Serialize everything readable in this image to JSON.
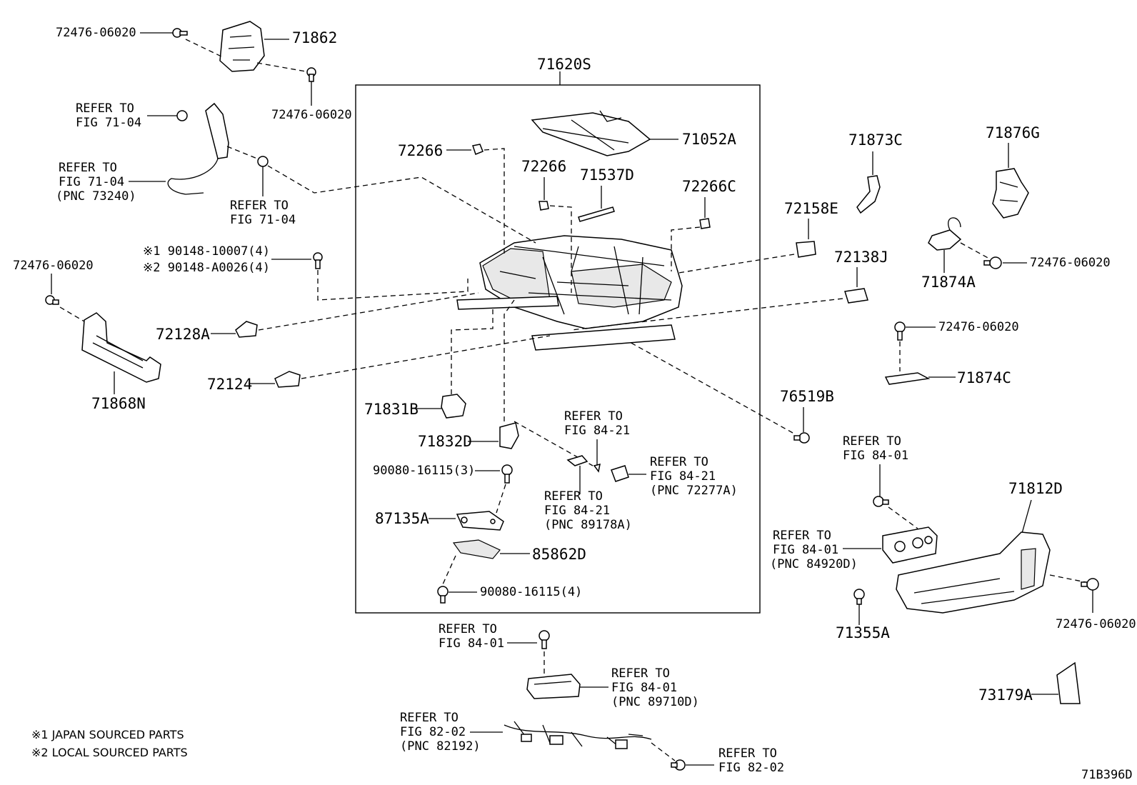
{
  "assembly_label": "71620S",
  "figure_code": "71B396D",
  "notes": {
    "japan": "※1  JAPAN SOURCED PARTS",
    "local": "※2  LOCAL SOURCED PARTS"
  },
  "labels": {
    "p72476_a": "72476-06020",
    "p71862": "71862",
    "p72476_b": "72476-06020",
    "ref7104_a_1": "REFER TO",
    "ref7104_a_2": "FIG 71-04",
    "ref7104_b_1": "REFER TO",
    "ref7104_b_2": "FIG 71-04",
    "ref7104_b_3": "(PNC 73240)",
    "ref7104_c_1": "REFER TO",
    "ref7104_c_2": "FIG 71-04",
    "bolt1": "※1 90148-10007(4)",
    "bolt2": "※2 90148-A0026(4)",
    "p72476_c": "72476-06020",
    "p72128A": "72128A",
    "p72124": "72124",
    "p71868N": "71868N",
    "p72266_a": "72266",
    "p72266_b": "72266",
    "p71537D": "71537D",
    "p71052A": "71052A",
    "p72266C": "72266C",
    "p71831B": "71831B",
    "p71832D": "71832D",
    "p90080_3": "90080-16115(3)",
    "p87135A": "87135A",
    "p85862D": "85862D",
    "p90080_4": "90080-16115(4)",
    "ref8421_a_1": "REFER TO",
    "ref8421_a_2": "FIG 84-21",
    "ref8421_b_1": "REFER TO",
    "ref8421_b_2": "FIG 84-21",
    "ref8421_b_3": "(PNC 89178A)",
    "ref8421_c_1": "REFER TO",
    "ref8421_c_2": "FIG 84-21",
    "ref8421_c_3": "(PNC 72277A)",
    "ref8401_a_1": "REFER TO",
    "ref8401_a_2": "FIG 84-01",
    "ref8401_b_1": "REFER TO",
    "ref8401_b_2": "FIG 84-01",
    "ref8401_b_3": "(PNC 89710D)",
    "ref8202_a_1": "REFER TO",
    "ref8202_a_2": "FIG 82-02",
    "ref8202_a_3": "(PNC 82192)",
    "ref8202_b_1": "REFER TO",
    "ref8202_b_2": "FIG 82-02",
    "p71873C": "71873C",
    "p71876G": "71876G",
    "p72158E": "72158E",
    "p72138J": "72138J",
    "p71874A": "71874A",
    "p72476_d": "72476-06020",
    "p72476_e": "72476-06020",
    "p71874C": "71874C",
    "p76519B": "76519B",
    "ref8401_c_1": "REFER TO",
    "ref8401_c_2": "FIG 84-01",
    "p71812D": "71812D",
    "ref8401_d_1": "REFER TO",
    "ref8401_d_2": "FIG 84-01",
    "ref8401_d_3": "(PNC 84920D)",
    "p71355A": "71355A",
    "p72476_f": "72476-06020",
    "p73179A": "73179A"
  }
}
